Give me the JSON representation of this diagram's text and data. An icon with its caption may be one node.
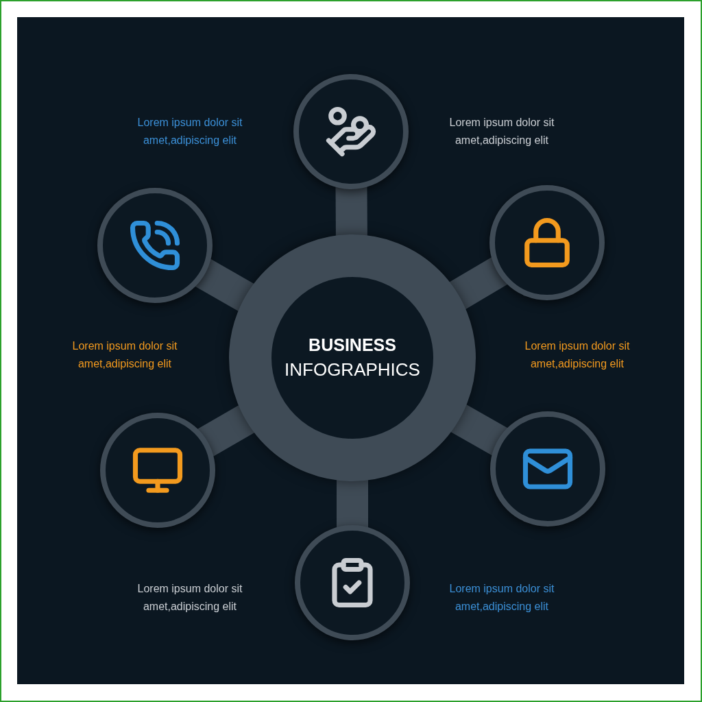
{
  "diagram": {
    "nodes": [
      {
        "text": [
          "BUSINESS",
          "INFOGRAPHICS"
        ]
      },
      {
        "text": [],
        "shape": "circle"
      },
      {
        "text": [],
        "shape": "circle"
      },
      {
        "text": [],
        "shape": "circle"
      },
      {
        "text": [],
        "shape": "circle"
      },
      {
        "text": [],
        "shape": "circle"
      },
      {
        "text": [],
        "shape": "circle"
      }
    ],
    "edges": [
      {
        "from": 0,
        "to": 1,
        "arrow": "none"
      },
      {
        "from": 0,
        "to": 2,
        "arrow": "none"
      },
      {
        "from": 0,
        "to": 3,
        "arrow": "none"
      },
      {
        "from": 0,
        "to": 4,
        "arrow": "none"
      },
      {
        "from": 0,
        "to": 5,
        "arrow": "none"
      },
      {
        "from": 0,
        "to": 6,
        "arrow": "none"
      }
    ],
    "labels": [
      "Lorem ipsum dolor sit amet,adipiscing elit",
      "Lorem ipsum dolor sit amet,adipiscing elit",
      "Lorem ipsum dolor sit amet,adipiscing elit",
      "Lorem ipsum dolor sit amet,adipiscing elit",
      "Lorem ipsum dolor sit amet,adipiscing elit",
      "Lorem ipsum dolor sit amet,adipiscing elit"
    ]
  }
}
